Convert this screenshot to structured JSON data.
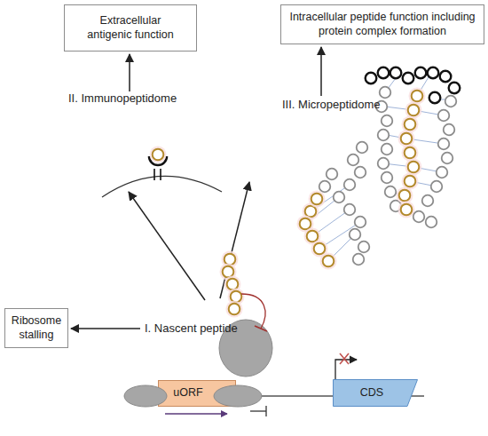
{
  "diagram": {
    "nodes": [
      {
        "text": [
          "Extracellular antigenic function"
        ]
      },
      {
        "text": [
          "Intracellular peptide function including protein complex formation"
        ]
      },
      {
        "text": [
          "Ribosome stalling"
        ]
      },
      {
        "text": [
          "uORF"
        ]
      },
      {
        "text": [
          "CDS"
        ]
      }
    ],
    "labels": [
      "II. Immunopeptidome",
      "III. Micropeptidome",
      "I. Nascent peptide"
    ]
  }
}
